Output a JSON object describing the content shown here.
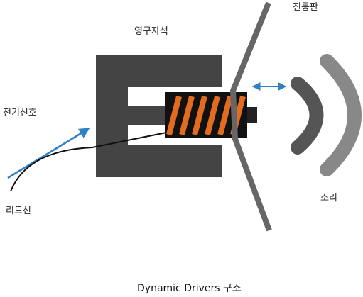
{
  "labels": {
    "permanent_magnet": "영구자석",
    "diaphragm": "진동판",
    "electric_signal": "전기신호",
    "lead_wire": "리드선",
    "sound": "소리"
  },
  "caption": "Dynamic Drivers 구조",
  "colors": {
    "magnet": "#444444",
    "coil_body": "#111111",
    "coil_winding": "#e26b1f",
    "diaphragm": "#666666",
    "signal_arrow": "#2f80c2",
    "sound_wave_inner": "#555555",
    "sound_wave_outer": "#888888",
    "lead_wire": "#111111"
  }
}
